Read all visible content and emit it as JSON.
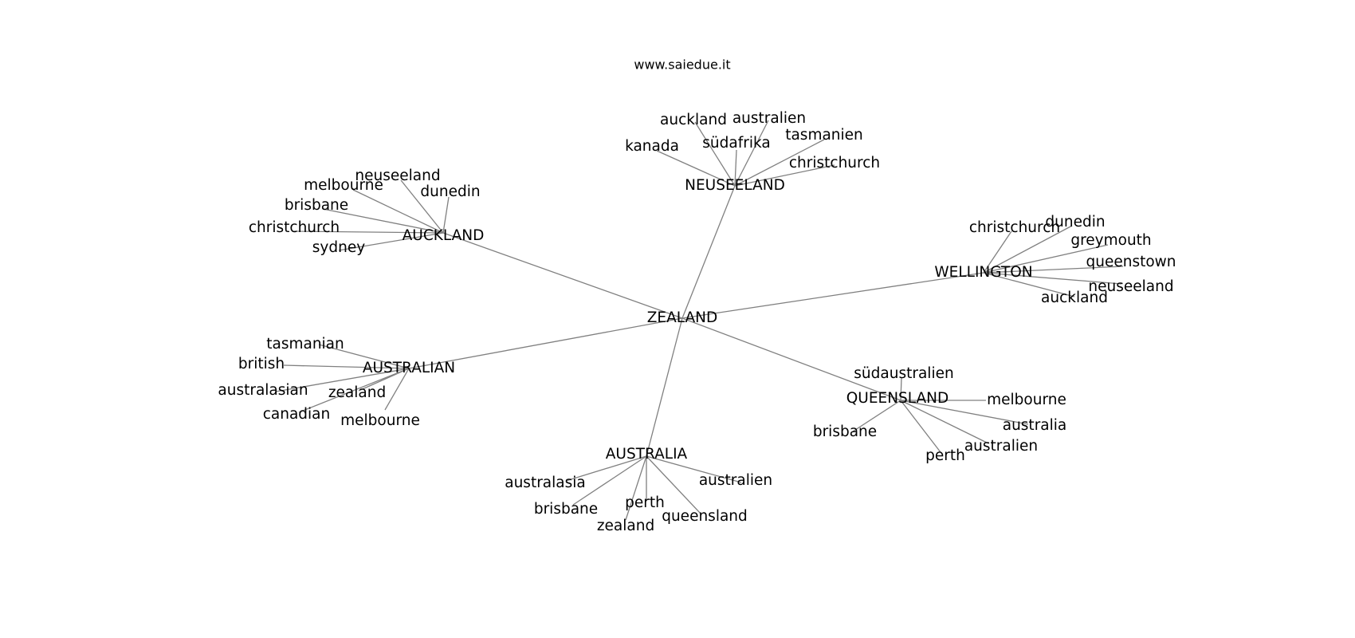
{
  "watermark": "www.saiedue.it",
  "colors": {
    "edge": "#808080",
    "text": "#000000",
    "background": "#ffffff"
  },
  "graph": {
    "root": "ZEALAND",
    "clusters": [
      {
        "hub": "NEUSEELAND",
        "leaves": [
          "auckland",
          "australien",
          "kanada",
          "südafrika",
          "tasmanien",
          "christchurch"
        ]
      },
      {
        "hub": "AUCKLAND",
        "leaves": [
          "neuseeland",
          "melbourne",
          "dunedin",
          "brisbane",
          "christchurch",
          "sydney"
        ]
      },
      {
        "hub": "WELLINGTON",
        "leaves": [
          "christchurch",
          "dunedin",
          "greymouth",
          "queenstown",
          "neuseeland",
          "auckland"
        ]
      },
      {
        "hub": "AUSTRALIAN",
        "leaves": [
          "tasmanian",
          "british",
          "australasian",
          "zealand",
          "canadian",
          "melbourne"
        ]
      },
      {
        "hub": "QUEENSLAND",
        "leaves": [
          "südaustralien",
          "melbourne",
          "brisbane",
          "australia",
          "australien",
          "perth"
        ]
      },
      {
        "hub": "AUSTRALIA",
        "leaves": [
          "australasia",
          "australien",
          "brisbane",
          "perth",
          "queensland",
          "zealand"
        ]
      }
    ]
  }
}
